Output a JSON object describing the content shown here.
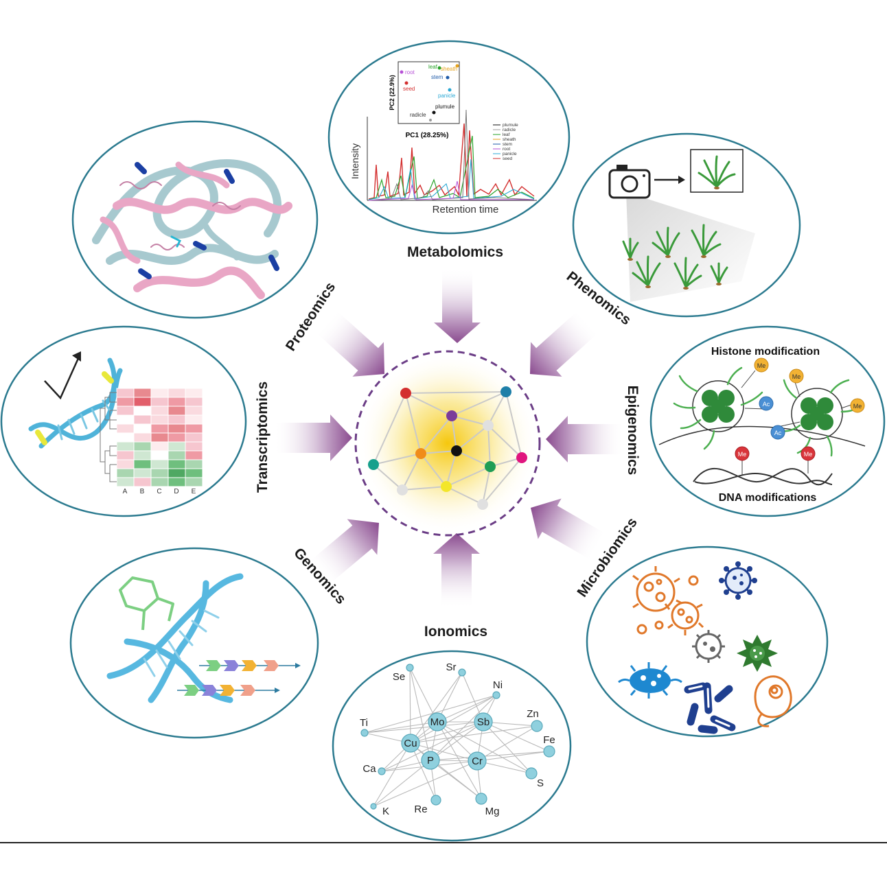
{
  "labels": {
    "metabolomics": "Metabolomics",
    "phenomics": "Phenomics",
    "epigenomics": "Epigenomics",
    "microbiomics": "Microbiomics",
    "ionomics": "Ionomics",
    "genomics": "Genomics",
    "transcriptomics": "Transcriptomics",
    "proteomics": "Proteomics"
  },
  "metabolomics_panel": {
    "pca": {
      "xlabel": "PC1 (28.25%)",
      "ylabel": "PC2 (22.9%)",
      "points": [
        "root",
        "seed",
        "leaf",
        "sheath",
        "stem",
        "panicle",
        "plumule",
        "radicle"
      ]
    },
    "chromatogram": {
      "xlabel": "Retention time",
      "ylabel": "Intensity",
      "legend": [
        "plumule",
        "radicle",
        "leaf",
        "sheath",
        "stem",
        "root",
        "panicle",
        "seed"
      ]
    }
  },
  "epigenomics_panel": {
    "histone_title": "Histone modification",
    "dna_title": "DNA modifications",
    "me": "Me",
    "ac": "Ac"
  },
  "transcriptomics_panel": {
    "heatmap_columns": [
      "A",
      "B",
      "C",
      "D",
      "E"
    ]
  },
  "ionomics_panel": {
    "elements": [
      "Se",
      "Sr",
      "Ni",
      "Zn",
      "Fe",
      "S",
      "Mg",
      "Re",
      "K",
      "Ca",
      "Ti",
      "Mo",
      "Sb",
      "Cu",
      "P",
      "Cr"
    ]
  },
  "colors": {
    "panel_border": "#2b7a8f",
    "arrow": "#8a4b8f",
    "center_ring": "#6b3d86",
    "node_colors": [
      "#d32f2f",
      "#1e7fa8",
      "#7b3b9a",
      "#e0e0e0",
      "#17a08c",
      "#f08c1a",
      "#111111",
      "#e0157e",
      "#1f9d55",
      "#f3e62a"
    ]
  }
}
